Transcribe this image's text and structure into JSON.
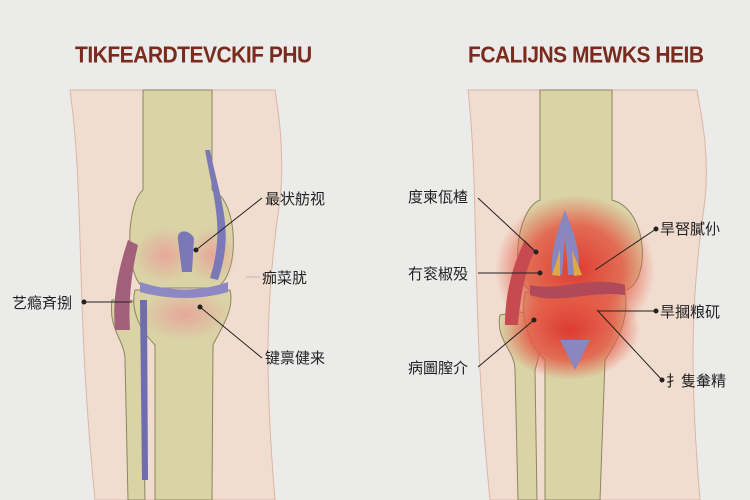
{
  "left_panel": {
    "title": "TIKFEARDTEVCKIF PHU",
    "labels": [
      "最状舫视",
      "痂菜肬",
      "艺瘾斉捌",
      "键禀健来"
    ]
  },
  "right_panel": {
    "title": "FCALIJNS MEWKS HEIB",
    "labels": [
      "度柬佤楂",
      "冇衮椒殁",
      "病圖膣介",
      "旱唘膩仦",
      "旱摑粮矹",
      "扌隻軬精"
    ]
  },
  "colors": {
    "bone": "#d9d3a6",
    "skin": "#f1ddd0",
    "ligament": "#7b78b8",
    "inflammation": "#d9443a",
    "title": "#7a2b1e"
  }
}
